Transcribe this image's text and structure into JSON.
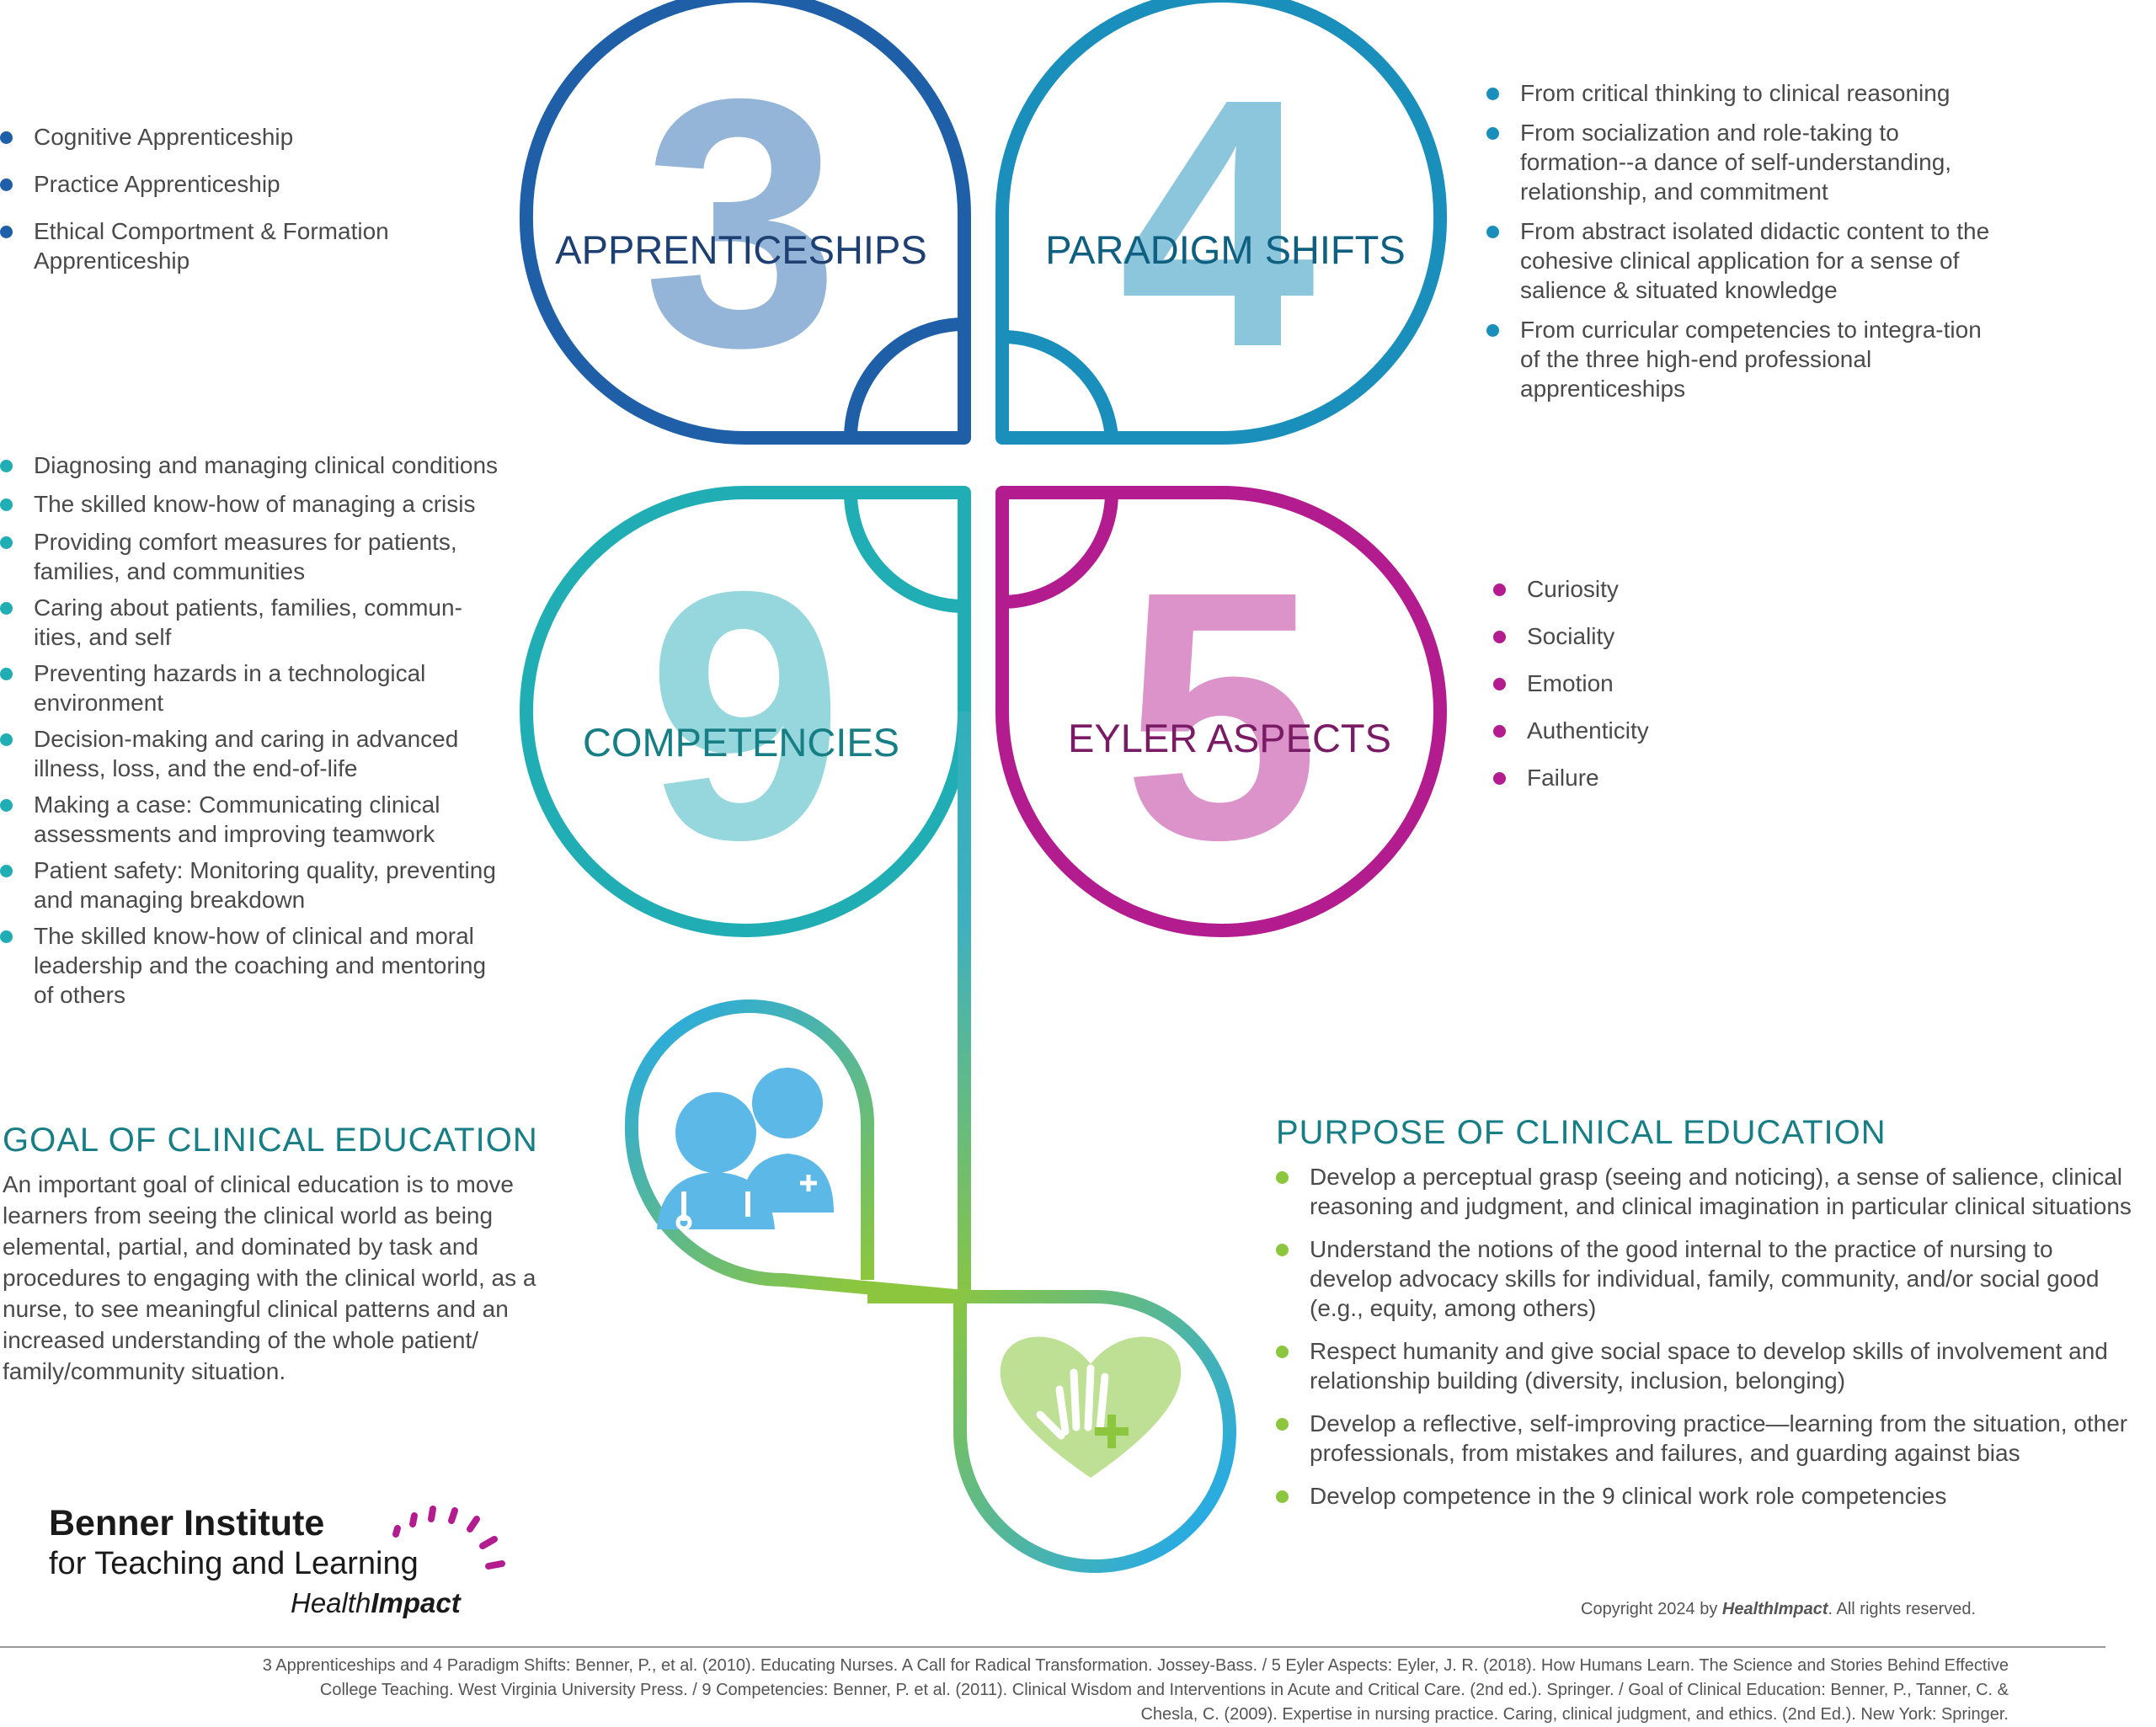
{
  "colors": {
    "blue_dark": "#1f5fa8",
    "blue_light_num": "#94b5d8",
    "blue_label": "#1d3f72",
    "sky": "#1b8fbc",
    "sky_light_num": "#8bc6dd",
    "sky_label": "#0f5f80",
    "teal": "#20aeb4",
    "teal_light_num": "#95d7dc",
    "teal_label": "#167e84",
    "magenta": "#b21c8e",
    "magenta_light_num": "#dc93c9",
    "magenta_label": "#7a1b66",
    "green": "#8cc63f",
    "icon_blue": "#5cb8e6",
    "heart_green": "#bde095"
  },
  "petals": {
    "apprenticeships": {
      "number": "3",
      "label": "APPRENTICESHIPS"
    },
    "paradigm_shifts": {
      "number": "4",
      "label": "PARADIGM SHIFTS"
    },
    "competencies": {
      "number": "9",
      "label": "COMPETENCIES"
    },
    "eyler_aspects": {
      "number": "5",
      "label": "EYLER ASPECTS"
    }
  },
  "icons": {
    "professionals": "nurse-and-doctor-icon",
    "care": "heart-hand-cross-icon"
  },
  "apprenticeships_list": [
    "Cognitive Apprenticeship",
    "Practice Apprenticeship",
    "Ethical Comportment & Formation Apprenticeship"
  ],
  "paradigm_list": [
    "From critical thinking to clinical reasoning",
    "From socialization and role-taking to formation--a dance of self-understanding, relationship, and commitment",
    "From abstract isolated didactic content to the cohesive clinical application for a sense of salience & situated knowledge",
    "From curricular competencies to integra-tion of the three high-end professional apprenticeships"
  ],
  "competencies_list": [
    "Diagnosing and managing clinical conditions",
    "The skilled know-how of managing a crisis",
    "Providing comfort measures for patients, families, and communities",
    "Caring about patients, families, commun-ities, and self",
    "Preventing hazards in a technological environment",
    "Decision-making and caring in advanced illness, loss, and the end-of-life",
    "Making a case: Communicating clinical assessments and improving teamwork",
    "Patient safety: Monitoring quality, preventing and managing breakdown",
    "The skilled know-how of clinical and moral leadership and the coaching and mentoring of others"
  ],
  "eyler_list": [
    "Curiosity",
    "Sociality",
    "Emotion",
    "Authenticity",
    "Failure"
  ],
  "goal": {
    "heading": "GOAL OF CLINICAL EDUCATION",
    "text": "An important goal of clinical education is to move learners from seeing the clinical world as being elemental, partial, and dominated by task and procedures to engaging with the clinical world, as a nurse, to see meaningful clinical patterns and an increased understanding of the whole patient/ family/community situation."
  },
  "purpose": {
    "heading": "PURPOSE OF CLINICAL EDUCATION",
    "items": [
      "Develop a perceptual grasp (seeing and noticing), a sense of salience, clinical reasoning and judgment, and clinical imagination in particular clinical situations",
      "Understand the notions of the good internal to the practice of nursing to develop advocacy skills for individual, family, community, and/or social good (e.g., equity, among others)",
      "Respect humanity and give social space to develop skills of involvement and relationship building (diversity, inclusion, belonging)",
      "Develop a reflective, self-improving practice—learning from the situation, other professionals, from mistakes and failures, and guarding against bias",
      "Develop competence in the 9 clinical work role competencies"
    ]
  },
  "logo": {
    "title": "Benner Institute",
    "subtitle": "for Teaching and Learning",
    "brand_light": "Health",
    "brand_bold": "Impact"
  },
  "copyright": {
    "prefix": "Copyright 2024 by ",
    "brand": "HealthImpact",
    "suffix": ". All rights reserved."
  },
  "references": [
    "3 Apprenticeships and 4 Paradigm Shifts: Benner, P., et al. (2010). Educating Nurses. A Call for Radical Transformation. Jossey-Bass. / 5 Eyler Aspects: Eyler, J. R. (2018). How Humans Learn. The Science and Stories Behind Effective",
    "College Teaching. West Virginia University Press. / 9 Competencies: Benner, P. et al. (2011). Clinical Wisdom and Interventions in Acute and Critical Care. (2nd ed.). Springer. / Goal of Clinical Education: Benner, P., Tanner, C. &",
    "Chesla, C. (2009). Expertise in nursing practice. Caring, clinical judgment, and ethics. (2nd Ed.). New York: Springer."
  ]
}
